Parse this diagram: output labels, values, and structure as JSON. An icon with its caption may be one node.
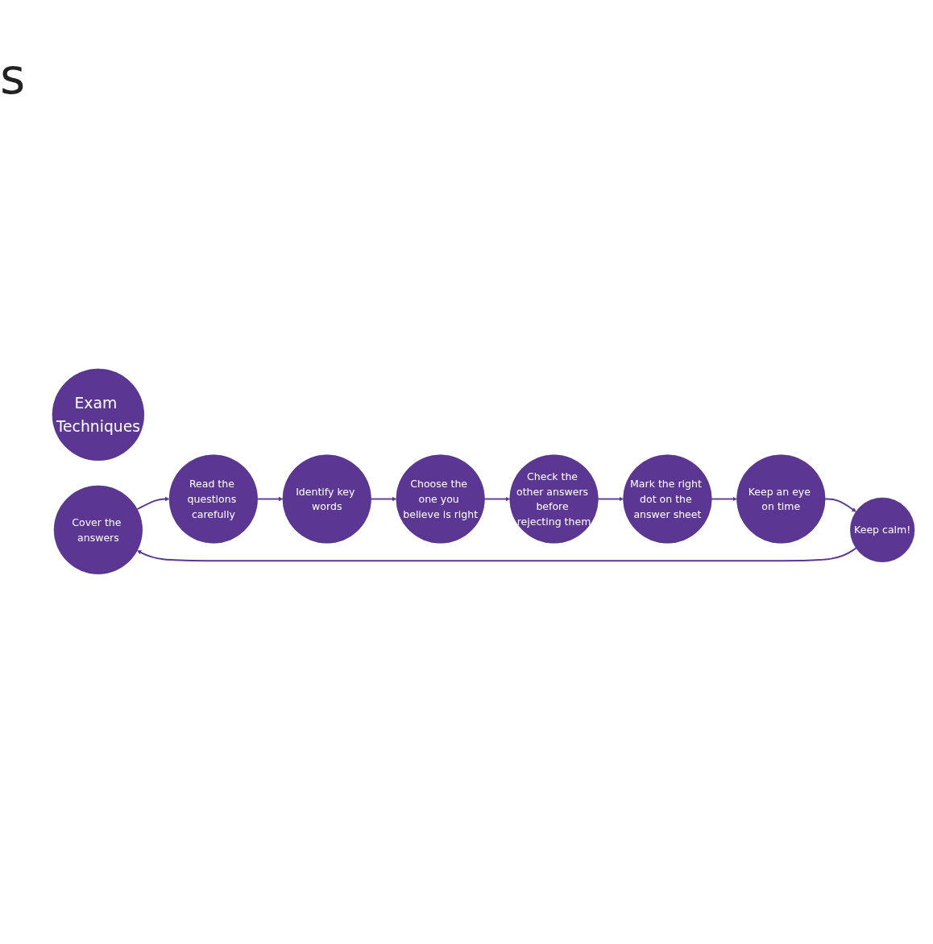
{
  "diagram": {
    "nodes": [
      {
        "text": [
          "Exam Techniques"
        ]
      },
      {
        "text": [
          "Cover the answers"
        ]
      },
      {
        "text": [
          "Read the questions carefully"
        ]
      },
      {
        "text": [
          "Identify key words"
        ]
      },
      {
        "text": [
          "Choose the one you believe is right"
        ]
      },
      {
        "text": [
          "Check the other answers before rejecting them"
        ]
      },
      {
        "text": [
          "Mark the right dot on the answer sheet"
        ]
      },
      {
        "text": [
          "Keep an eye on time"
        ]
      },
      {
        "text": [
          "Keep calm!"
        ]
      }
    ],
    "edges": [
      {
        "from": 1,
        "to": 2,
        "arrow": "to"
      },
      {
        "from": 2,
        "to": 3,
        "arrow": "to"
      },
      {
        "from": 3,
        "to": 4,
        "arrow": "to"
      },
      {
        "from": 4,
        "to": 5,
        "arrow": "to"
      },
      {
        "from": 5,
        "to": 6,
        "arrow": "to"
      },
      {
        "from": 6,
        "to": 7,
        "arrow": "to"
      },
      {
        "from": 7,
        "to": 8,
        "arrow": "to"
      },
      {
        "from": 8,
        "to": 1,
        "arrow": "to"
      }
    ],
    "labels": [
      "s"
    ]
  }
}
